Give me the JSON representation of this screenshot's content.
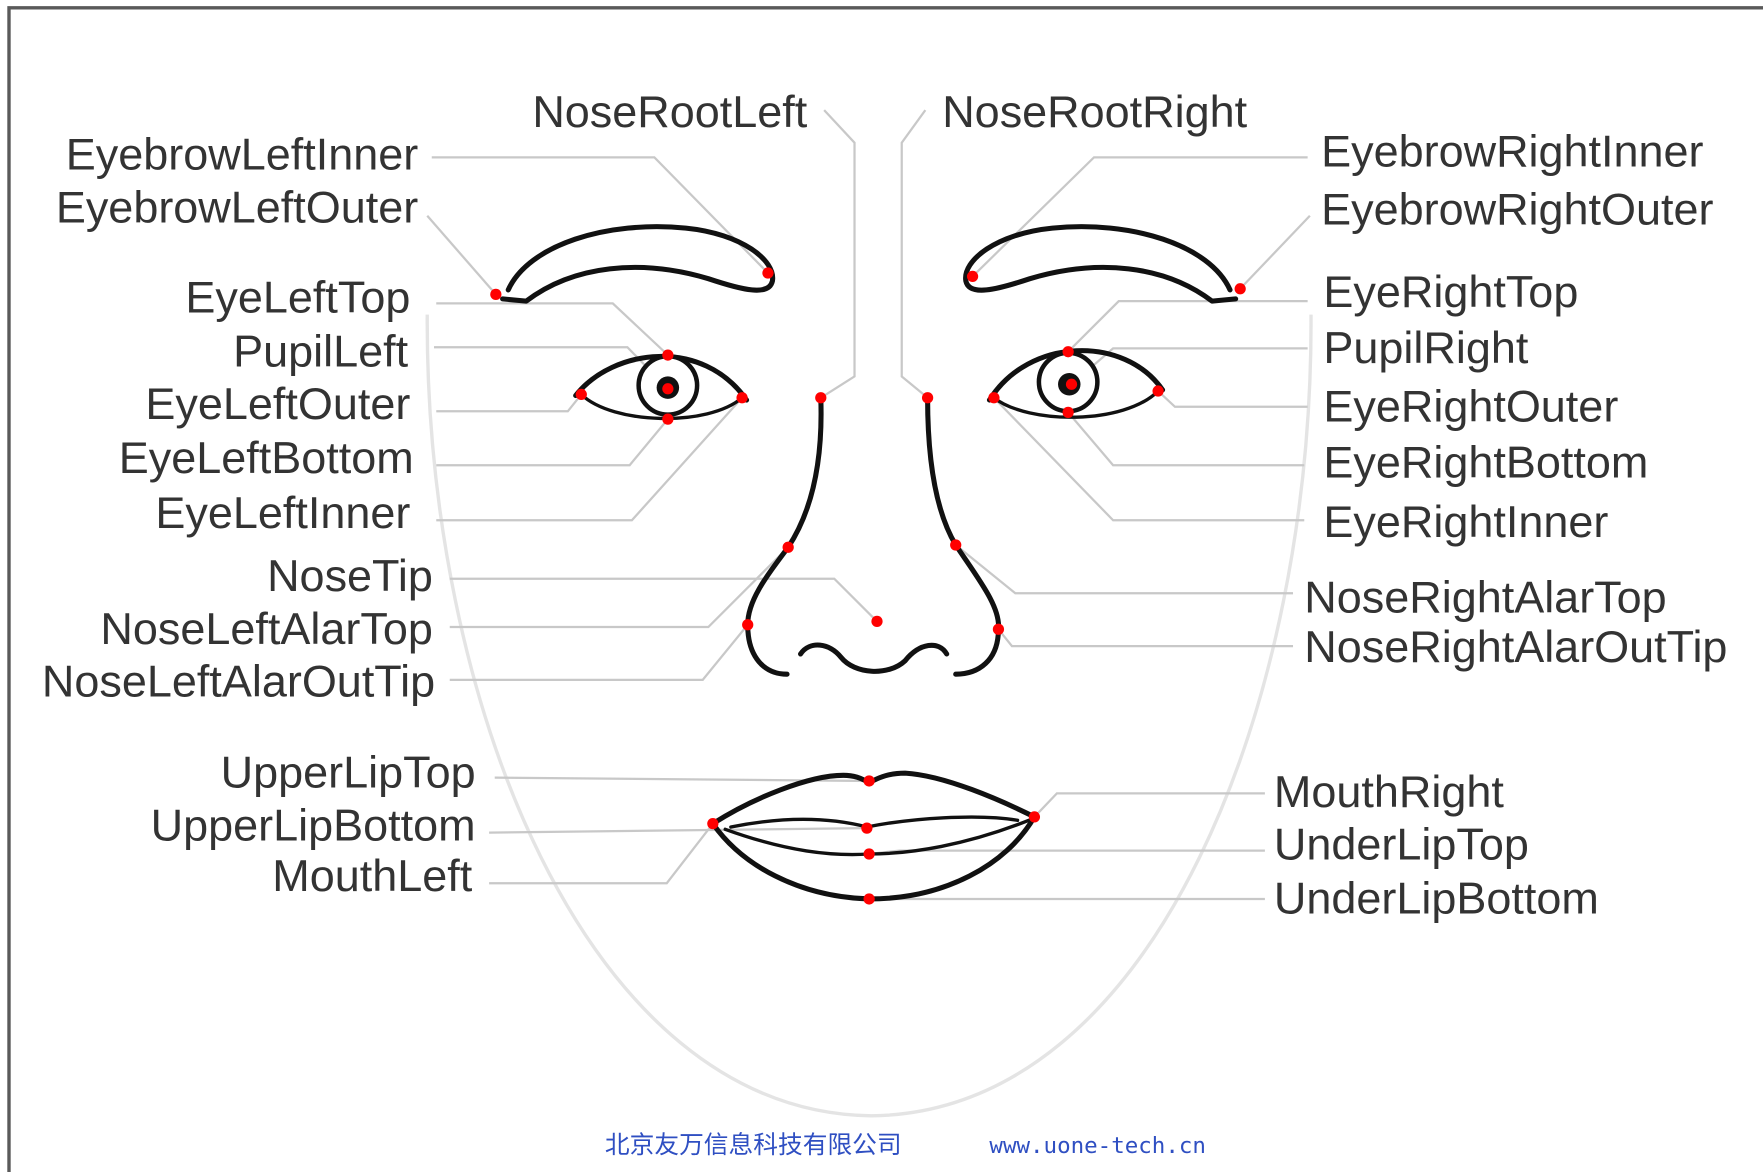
{
  "diagram": {
    "landmarks": {
      "nose_root_left": "NoseRootLeft",
      "nose_root_right": "NoseRootRight",
      "eyebrow_left_inner": "EyebrowLeftInner",
      "eyebrow_left_outer": "EyebrowLeftOuter",
      "eye_left_top": "EyeLeftTop",
      "pupil_left": "PupilLeft",
      "eye_left_outer": "EyeLeftOuter",
      "eye_left_bottom": "EyeLeftBottom",
      "eye_left_inner": "EyeLeftInner",
      "nose_tip": "NoseTip",
      "nose_left_alar_top": "NoseLeftAlarTop",
      "nose_left_alar_out_tip": "NoseLeftAlarOutTip",
      "upper_lip_top": "UpperLipTop",
      "upper_lip_bottom": "UpperLipBottom",
      "mouth_left": "MouthLeft",
      "eyebrow_right_inner": "EyebrowRightInner",
      "eyebrow_right_outer": "EyebrowRightOuter",
      "eye_right_top": "EyeRightTop",
      "pupil_right": "PupilRight",
      "eye_right_outer": "EyeRightOuter",
      "eye_right_bottom": "EyeRightBottom",
      "eye_right_inner": "EyeRightInner",
      "nose_right_alar_top": "NoseRightAlarTop",
      "nose_right_alar_out_tip": "NoseRightAlarOutTip",
      "mouth_right": "MouthRight",
      "under_lip_top": "UnderLipTop",
      "under_lip_bottom": "UnderLipBottom"
    }
  },
  "footer": {
    "company": "北京友万信息科技有限公司",
    "website": "www.uone-tech.cn"
  },
  "colors": {
    "landmark_point": "#ff0000",
    "leader_line": "#c8c8c8",
    "feature_outline": "#111111",
    "face_outline": "#e4e4e4",
    "label_text": "#333333",
    "footer_text": "#2f4fc2"
  }
}
